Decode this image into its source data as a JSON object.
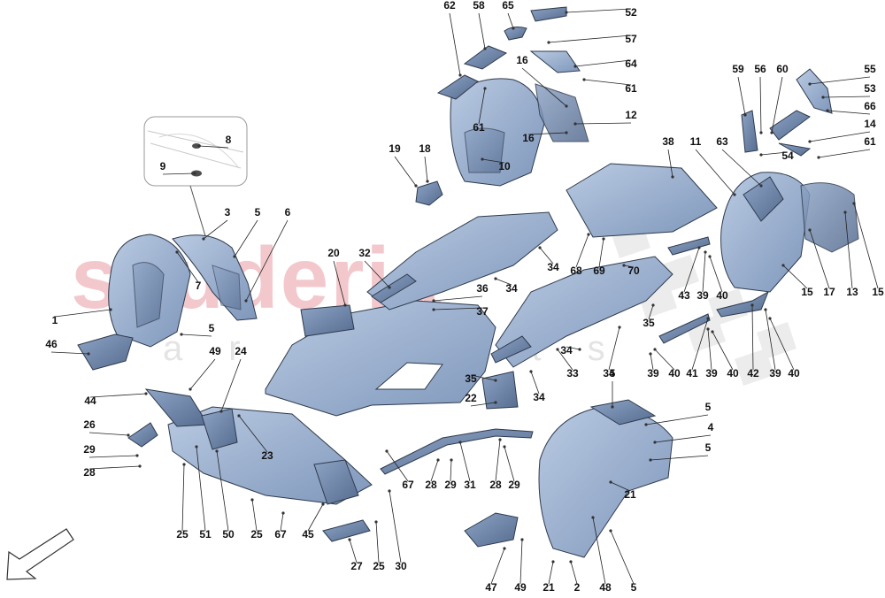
{
  "watermark": {
    "brand": "scuderia",
    "sub": "car parts"
  },
  "colors": {
    "part_fill": "#8fa6c6",
    "part_dark": "#5f7699",
    "part_light": "#b8c9e0",
    "outline": "#2e3a4c",
    "leader": "#222222",
    "watermark": "#f3c8cc"
  },
  "callouts": [
    {
      "t": "62"
    },
    {
      "t": "58"
    },
    {
      "t": "65"
    },
    {
      "t": "52"
    },
    {
      "t": "57"
    },
    {
      "t": "64"
    },
    {
      "t": "16"
    },
    {
      "t": "61"
    },
    {
      "t": "12"
    },
    {
      "t": "16"
    },
    {
      "t": "61"
    },
    {
      "t": "10"
    },
    {
      "t": "19"
    },
    {
      "t": "18"
    },
    {
      "t": "8"
    },
    {
      "t": "9"
    },
    {
      "t": "3"
    },
    {
      "t": "5"
    },
    {
      "t": "6"
    },
    {
      "t": "7"
    },
    {
      "t": "1"
    },
    {
      "t": "5"
    },
    {
      "t": "46"
    },
    {
      "t": "20"
    },
    {
      "t": "32"
    },
    {
      "t": "36"
    },
    {
      "t": "37"
    },
    {
      "t": "34"
    },
    {
      "t": "34"
    },
    {
      "t": "68"
    },
    {
      "t": "69"
    },
    {
      "t": "70"
    },
    {
      "t": "38"
    },
    {
      "t": "11"
    },
    {
      "t": "63"
    },
    {
      "t": "59"
    },
    {
      "t": "56"
    },
    {
      "t": "60"
    },
    {
      "t": "55"
    },
    {
      "t": "53"
    },
    {
      "t": "66"
    },
    {
      "t": "14"
    },
    {
      "t": "61"
    },
    {
      "t": "54"
    },
    {
      "t": "15"
    },
    {
      "t": "17"
    },
    {
      "t": "13"
    },
    {
      "t": "15"
    },
    {
      "t": "43"
    },
    {
      "t": "39"
    },
    {
      "t": "40"
    },
    {
      "t": "35"
    },
    {
      "t": "41"
    },
    {
      "t": "39"
    },
    {
      "t": "40"
    },
    {
      "t": "42"
    },
    {
      "t": "39"
    },
    {
      "t": "40"
    },
    {
      "t": "39"
    },
    {
      "t": "40"
    },
    {
      "t": "33"
    },
    {
      "t": "34"
    },
    {
      "t": "34"
    },
    {
      "t": "34"
    },
    {
      "t": "35"
    },
    {
      "t": "22"
    },
    {
      "t": "5"
    },
    {
      "t": "5"
    },
    {
      "t": "4"
    },
    {
      "t": "5"
    },
    {
      "t": "21"
    },
    {
      "t": "49"
    },
    {
      "t": "24"
    },
    {
      "t": "44"
    },
    {
      "t": "26"
    },
    {
      "t": "29"
    },
    {
      "t": "28"
    },
    {
      "t": "23"
    },
    {
      "t": "25"
    },
    {
      "t": "51"
    },
    {
      "t": "50"
    },
    {
      "t": "25"
    },
    {
      "t": "67"
    },
    {
      "t": "45"
    },
    {
      "t": "27"
    },
    {
      "t": "25"
    },
    {
      "t": "30"
    },
    {
      "t": "67"
    },
    {
      "t": "28"
    },
    {
      "t": "29"
    },
    {
      "t": "31"
    },
    {
      "t": "28"
    },
    {
      "t": "29"
    },
    {
      "t": "47"
    },
    {
      "t": "49"
    },
    {
      "t": "21"
    },
    {
      "t": "2"
    },
    {
      "t": "48"
    },
    {
      "t": "5"
    }
  ]
}
